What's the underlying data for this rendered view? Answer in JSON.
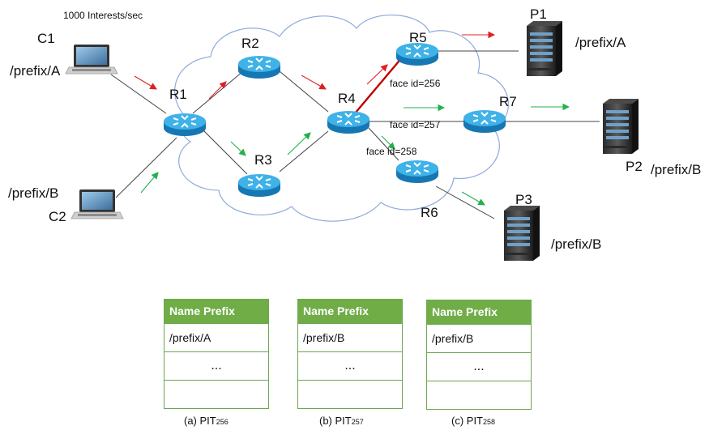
{
  "rate_label": "1000 Interests/sec",
  "consumers": [
    {
      "id": "C1",
      "prefix": "/prefix/A"
    },
    {
      "id": "C2",
      "prefix": "/prefix/B"
    }
  ],
  "routers": [
    "R1",
    "R2",
    "R3",
    "R4",
    "R5",
    "R6",
    "R7"
  ],
  "producers": [
    {
      "id": "P1",
      "prefix": "/prefix/A"
    },
    {
      "id": "P2",
      "prefix": "/prefix/B"
    },
    {
      "id": "P3",
      "prefix": "/prefix/B"
    }
  ],
  "faces": [
    "face id=256",
    "face id=257",
    "face id=258"
  ],
  "pit_tables": [
    {
      "header": "Name Prefix",
      "rows": [
        "/prefix/A",
        "...",
        ""
      ],
      "caption_main": "(a) PIT",
      "caption_sub": "256"
    },
    {
      "header": "Name Prefix",
      "rows": [
        "/prefix/B",
        "...",
        ""
      ],
      "caption_main": "(b) PIT",
      "caption_sub": "257"
    },
    {
      "header": "Name Prefix",
      "rows": [
        "/prefix/B",
        "...",
        ""
      ],
      "caption_main": "(c) PIT",
      "caption_sub": "258"
    }
  ],
  "colors": {
    "red_arrow": "#e02020",
    "green_arrow": "#22b14c",
    "congested_link": "#c00000",
    "router": "#2a9fd8",
    "table_header": "#70ad47"
  }
}
